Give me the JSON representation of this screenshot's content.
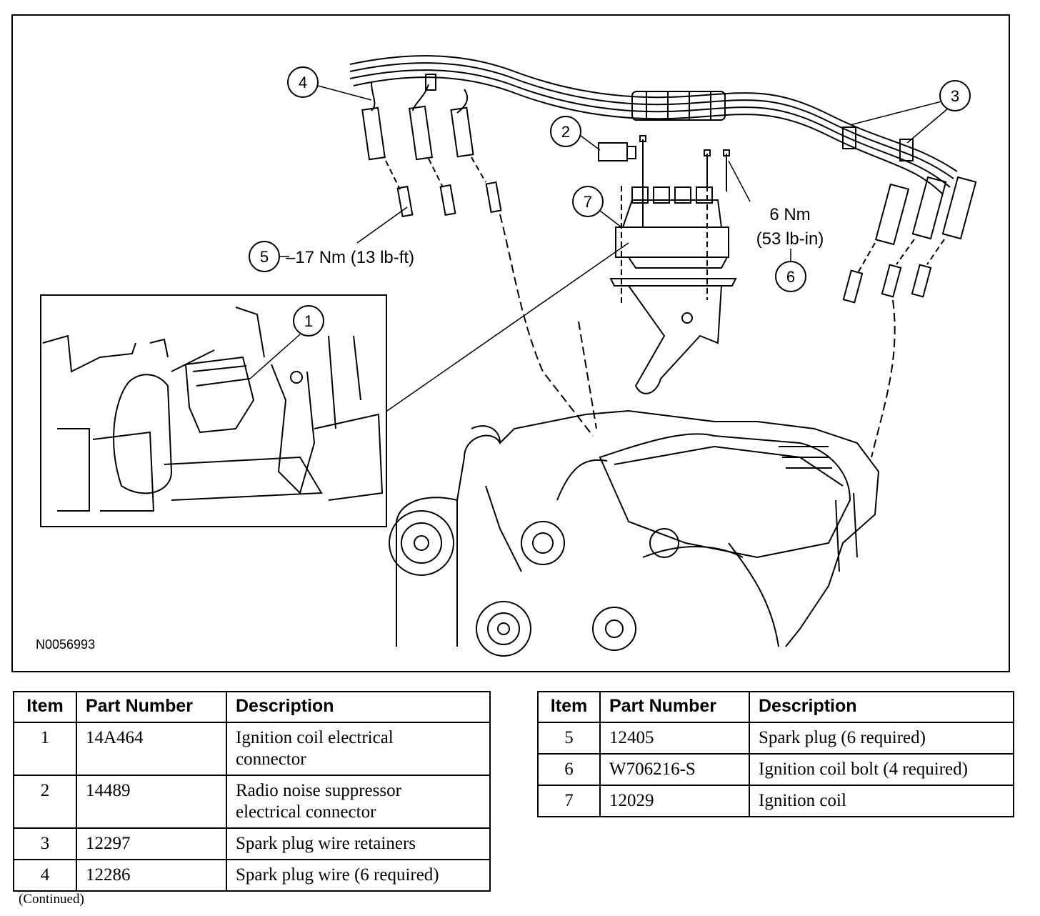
{
  "diagram": {
    "figure_id": "N0056993",
    "callouts": [
      "1",
      "2",
      "3",
      "4",
      "5",
      "6",
      "7"
    ],
    "torque_spark_plug": "17 Nm (13 lb-ft)",
    "torque_coil_bolt_nm": "6 Nm",
    "torque_coil_bolt_lbin": "(53 lb-in)"
  },
  "parts_table": {
    "headers": {
      "item": "Item",
      "part_number": "Part Number",
      "description": "Description"
    },
    "left": [
      {
        "item": "1",
        "part_number": "14A464",
        "description": "Ignition coil electrical connector"
      },
      {
        "item": "2",
        "part_number": "14489",
        "description": "Radio noise suppressor electrical connector"
      },
      {
        "item": "3",
        "part_number": "12297",
        "description": "Spark plug wire retainers"
      },
      {
        "item": "4",
        "part_number": "12286",
        "description": "Spark plug wire (6 required)"
      }
    ],
    "right": [
      {
        "item": "5",
        "part_number": "12405",
        "description": "Spark plug (6 required)"
      },
      {
        "item": "6",
        "part_number": "W706216-S",
        "description": "Ignition coil bolt (4 required)"
      },
      {
        "item": "7",
        "part_number": "12029",
        "description": "Ignition coil"
      }
    ]
  },
  "footer": {
    "continued": "(Continued)"
  }
}
